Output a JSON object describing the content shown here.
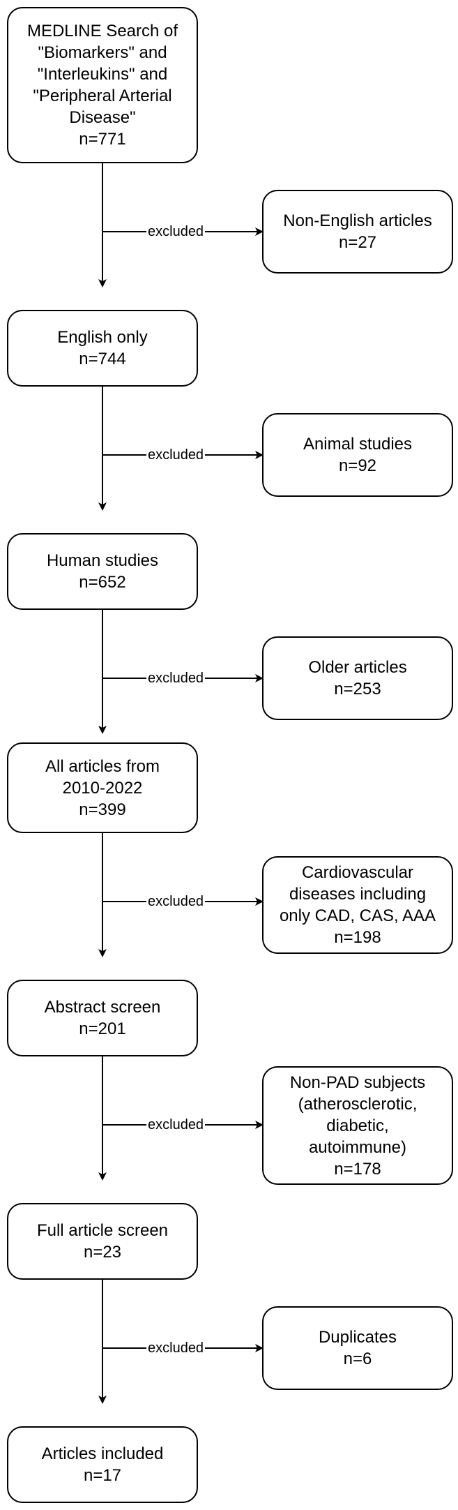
{
  "flow": {
    "steps": [
      {
        "text": "MEDLINE Search of\n\"Biomarkers\" and\n\"Interleukins\" and\n\"Peripheral Arterial\nDisease\"\nn=771"
      },
      {
        "text": "English only\nn=744"
      },
      {
        "text": "Human studies\nn=652"
      },
      {
        "text": "All articles from\n2010-2022\nn=399"
      },
      {
        "text": "Abstract screen\nn=201"
      },
      {
        "text": "Full article screen\nn=23"
      },
      {
        "text": "Articles included\nn=17"
      }
    ],
    "exclusions": [
      {
        "label": "excluded",
        "text": "Non-English articles\nn=27"
      },
      {
        "label": "excluded",
        "text": "Animal studies\nn=92"
      },
      {
        "label": "excluded",
        "text": "Older articles\nn=253"
      },
      {
        "label": "excluded",
        "text": "Cardiovascular\ndiseases including\nonly CAD, CAS, AAA\nn=198"
      },
      {
        "label": "excluded",
        "text": "Non-PAD subjects\n(atherosclerotic,\ndiabetic,\nautoimmune)\nn=178"
      },
      {
        "label": "excluded",
        "text": "Duplicates\nn=6"
      }
    ]
  }
}
